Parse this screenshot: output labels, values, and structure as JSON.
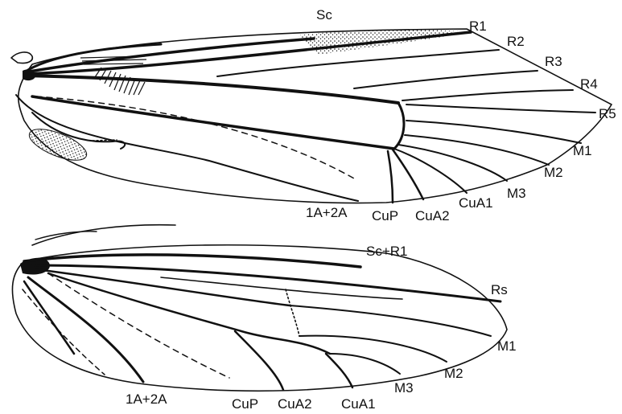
{
  "figure": {
    "forewing": {
      "labels": {
        "sc": "Sc",
        "r1": "R1",
        "r2": "R2",
        "r3": "R3",
        "r4": "R4",
        "r5": "R5",
        "m1": "M1",
        "m2": "M2",
        "m3": "M3",
        "cua1": "CuA1",
        "cua2": "CuA2",
        "cup": "CuP",
        "a12": "1A+2A"
      }
    },
    "hindwing": {
      "labels": {
        "scr1": "Sc+R1",
        "rs": "Rs",
        "m1": "M1",
        "m2": "M2",
        "m3": "M3",
        "cua1": "CuA1",
        "cua2": "CuA2",
        "cup": "CuP",
        "a12": "1A+2A"
      }
    },
    "colors": {
      "ink": "#111111",
      "background": "#ffffff"
    }
  }
}
